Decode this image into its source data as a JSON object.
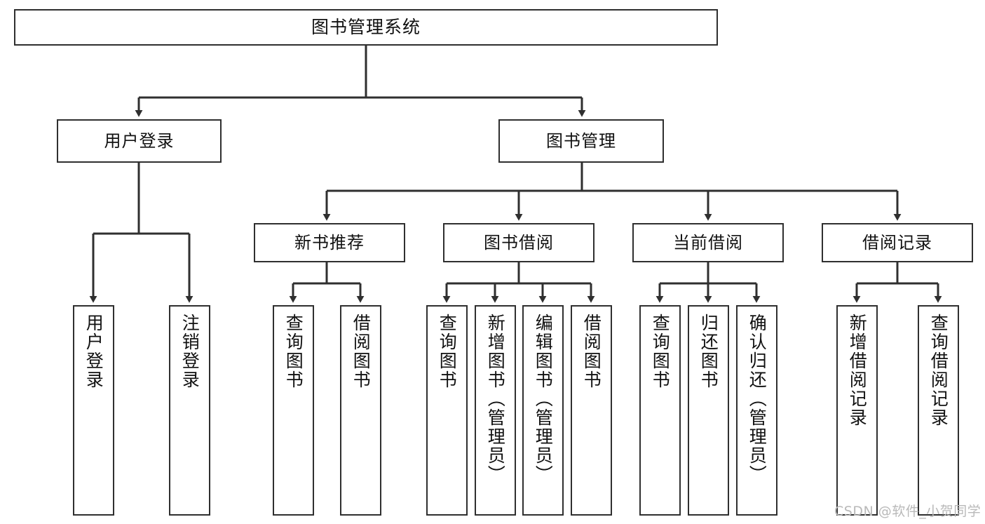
{
  "diagram": {
    "title": "图书管理系统",
    "watermark": "CSDN @软件_小贺同学",
    "colors": {
      "stroke": "#2f2f2f",
      "fill": "#ffffff",
      "text": "#111111",
      "watermark": "#b9b9b9"
    },
    "nodes": {
      "root": {
        "label": "图书管理系统"
      },
      "level2": [
        {
          "label": "用户登录"
        },
        {
          "label": "图书管理"
        }
      ],
      "level3": [
        {
          "label": "新书推荐"
        },
        {
          "label": "图书借阅"
        },
        {
          "label": "当前借阅"
        },
        {
          "label": "借阅记录"
        }
      ],
      "leaves": {
        "user_login": [
          {
            "label": "用户登录"
          },
          {
            "label": "注销登录"
          }
        ],
        "new_book": [
          {
            "label": "查询图书"
          },
          {
            "label": "借阅图书"
          }
        ],
        "borrow_book": [
          {
            "label": "查询图书"
          },
          {
            "label": "新增图书（管理员）"
          },
          {
            "label": "编辑图书（管理员）"
          },
          {
            "label": "借阅图书"
          }
        ],
        "current_borrow": [
          {
            "label": "查询图书"
          },
          {
            "label": "归还图书"
          },
          {
            "label": "确认归还（管理员）"
          }
        ],
        "borrow_record": [
          {
            "label": "新增借阅记录"
          },
          {
            "label": "查询借阅记录"
          }
        ]
      }
    }
  }
}
